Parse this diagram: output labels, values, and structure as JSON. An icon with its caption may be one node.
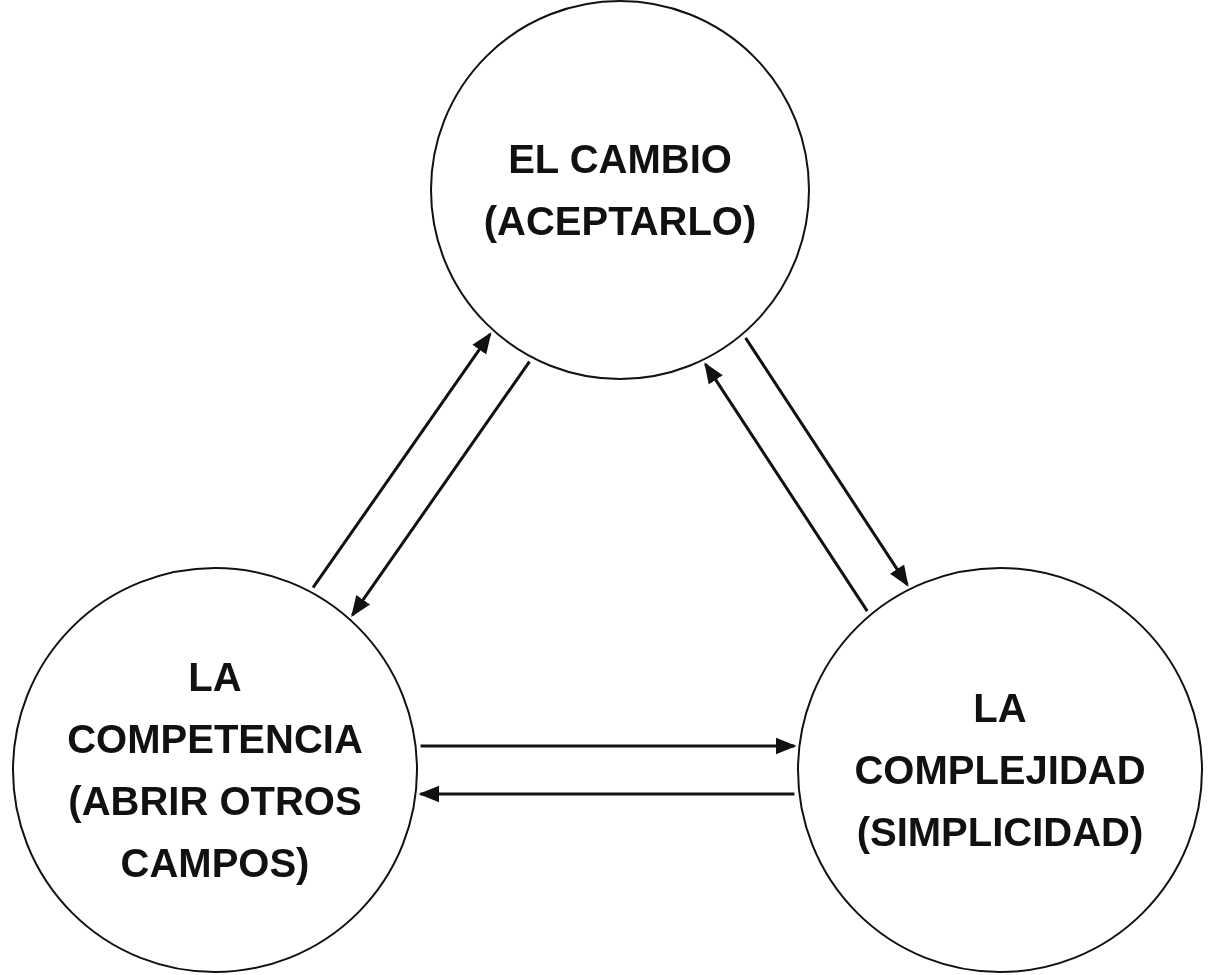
{
  "diagram": {
    "nodes": [
      {
        "text": [
          "EL CAMBIO (ACEPTARLO)"
        ]
      },
      {
        "text": [
          "LA COMPETENCIA (ABRIR OTROS CAMPOS)"
        ]
      },
      {
        "text": [
          "LA COMPLEJIDAD (SIMPLICIDAD)"
        ]
      }
    ],
    "edges": [
      {
        "from": 1,
        "to": 0,
        "arrow": "to"
      },
      {
        "from": 0,
        "to": 1,
        "arrow": "to"
      },
      {
        "from": 0,
        "to": 2,
        "arrow": "to"
      },
      {
        "from": 2,
        "to": 0,
        "arrow": "to"
      },
      {
        "from": 1,
        "to": 2,
        "arrow": "to"
      },
      {
        "from": 2,
        "to": 1,
        "arrow": "to"
      }
    ]
  }
}
